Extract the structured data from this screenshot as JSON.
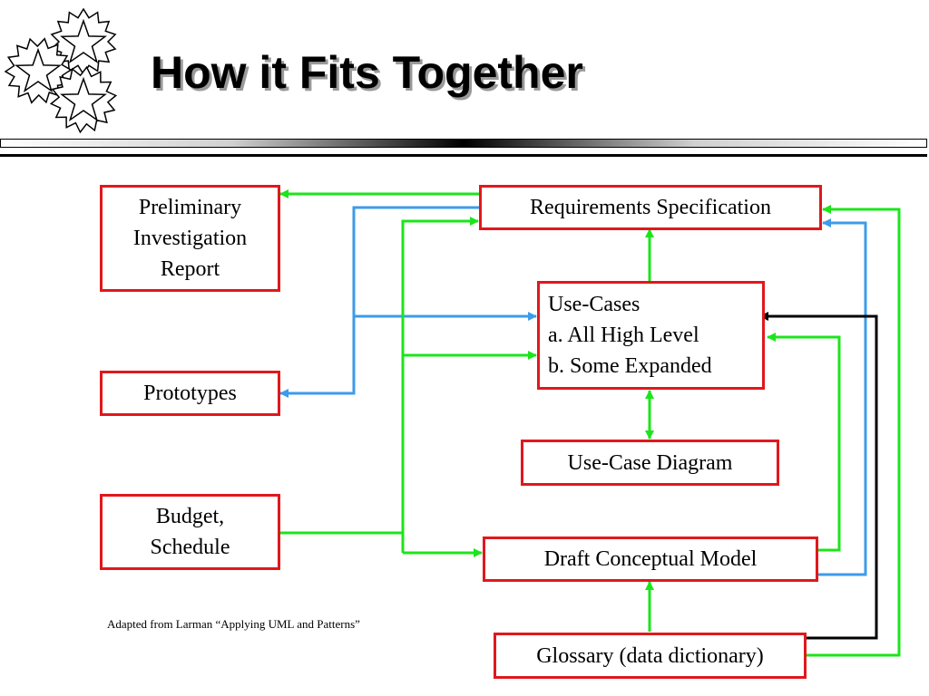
{
  "title": "How it Fits Together",
  "logo_icon": "stars-cluster-icon",
  "colors": {
    "box_border": "#e0181c",
    "green_arrow": "#1be51b",
    "blue_arrow": "#3d9be9",
    "black_arrow": "#000000"
  },
  "boxes": {
    "preliminary": [
      "Preliminary",
      "Investigation",
      "Report"
    ],
    "prototypes": [
      "Prototypes"
    ],
    "budget": [
      "Budget,",
      "Schedule"
    ],
    "requirements": [
      "Requirements Specification"
    ],
    "use_cases": [
      "Use-Cases",
      "a. All High Level",
      "b. Some Expanded"
    ],
    "use_case_diagram": [
      "Use-Case Diagram"
    ],
    "conceptual_model": [
      "Draft Conceptual Model"
    ],
    "glossary": [
      "Glossary (data dictionary)"
    ]
  },
  "credit": "Adapted from Larman “Applying UML and Patterns”"
}
